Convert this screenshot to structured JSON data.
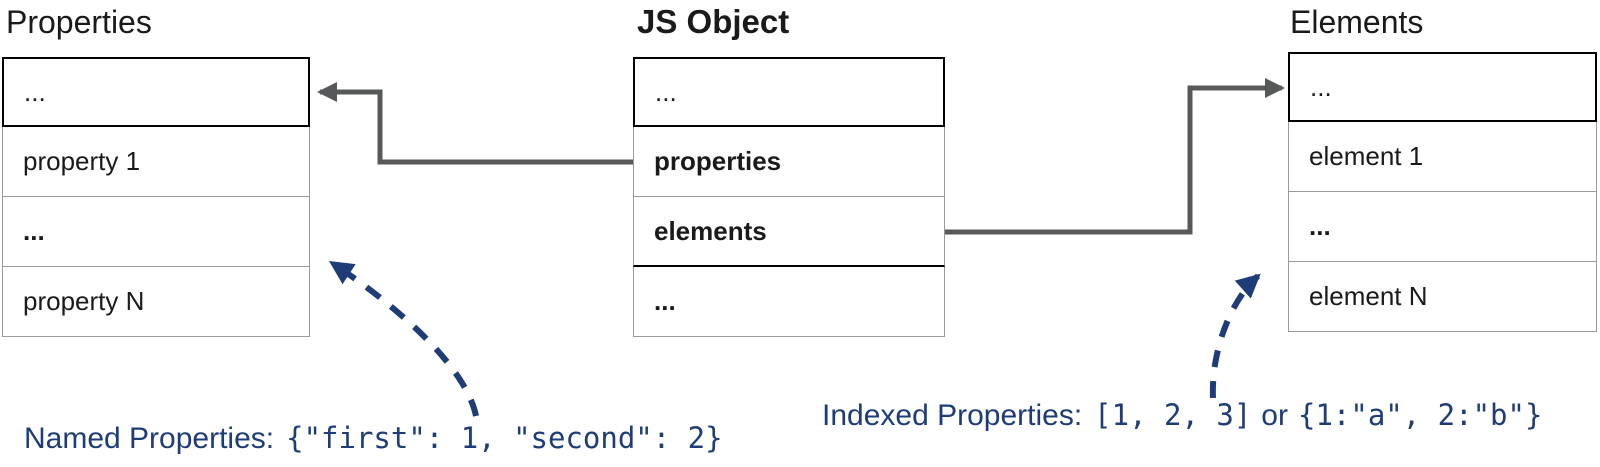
{
  "tables": {
    "properties": {
      "title": "Properties",
      "rows": [
        "...",
        "property 1",
        "...",
        "property N"
      ]
    },
    "jsobject": {
      "title": "JS Object",
      "rows": [
        "...",
        "properties",
        "elements",
        "..."
      ]
    },
    "elements": {
      "title": "Elements",
      "rows": [
        "...",
        "element 1",
        "...",
        "element N"
      ]
    }
  },
  "annotations": {
    "named": {
      "label": "Named Properties:",
      "code": "{\"first\": 1, \"second\": 2}"
    },
    "indexed": {
      "label": "Indexed Properties:",
      "array_code": "[1, 2, 3]",
      "or_word": "or",
      "object_code": "{1:\"a\", 2:\"b\"}"
    }
  },
  "icons": {
    "solid_arrow": "pointer-arrow-icon",
    "dashed_arrow": "dashed-annotation-arrow-icon"
  },
  "colors": {
    "accent_navy": "#1e3c78",
    "arrow_gray": "#57585a",
    "border_gray": "#9a9a9a",
    "border_black": "#000000",
    "text_black": "#1a1a1a"
  }
}
